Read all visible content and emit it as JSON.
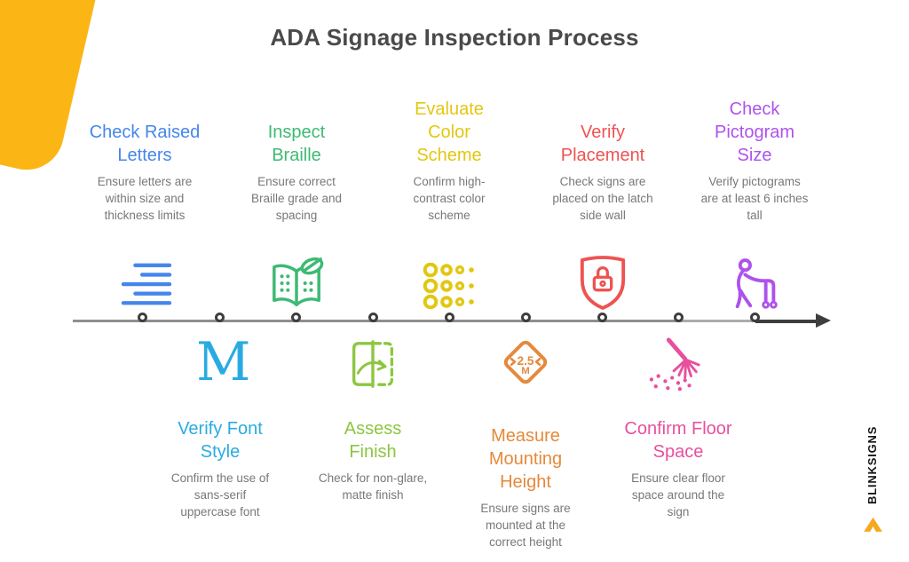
{
  "title": "ADA Signage Inspection Process",
  "brand": {
    "name": "BLINKSIGNS",
    "chevron_color": "#F6A91E",
    "blob_color": "#FBB615"
  },
  "timeline": {
    "line_color": "#8F8F8F",
    "line_color_light": "#ACACAC",
    "arrow_color": "#3E3E3E",
    "node_count": 9
  },
  "steps_top": [
    {
      "title": "Check Raised\nLetters",
      "desc": "Ensure letters are\nwithin size and\nthickness limits",
      "color": "#4586EC",
      "icon": "raised-letters-icon"
    },
    {
      "title": "Inspect\nBraille",
      "desc": "Ensure correct\nBraille grade and\nspacing",
      "color": "#3DBA73",
      "icon": "braille-book-icon"
    },
    {
      "title": "Evaluate\nColor\nScheme",
      "desc": "Confirm high-\ncontrast color\nscheme",
      "color": "#E2C712",
      "icon": "braille-dots-icon"
    },
    {
      "title": "Verify\nPlacement",
      "desc": "Check signs are\nplaced on the latch\nside wall",
      "color": "#EE5351",
      "icon": "shield-lock-icon"
    },
    {
      "title": "Check\nPictogram\nSize",
      "desc": "Verify pictograms\nare at least 6 inches\ntall",
      "color": "#AE52EC",
      "icon": "person-walker-icon"
    }
  ],
  "steps_bottom": [
    {
      "title": "Verify Font\nStyle",
      "desc": "Confirm the use of\nsans-serif\nuppercase font",
      "color": "#29ABE2",
      "icon": "letter-m-icon",
      "glyph": "M"
    },
    {
      "title": "Assess\nFinish",
      "desc": "Check for non-glare,\nmatte finish",
      "color": "#8CC63F",
      "icon": "flip-square-icon"
    },
    {
      "title": "Measure\nMounting\nHeight",
      "desc": "Ensure signs are\nmounted at the\ncorrect height",
      "color": "#E5893B",
      "icon": "height-diamond-icon",
      "badge": {
        "value": "2.5",
        "unit": "M"
      }
    },
    {
      "title": "Confirm Floor\nSpace",
      "desc": "Ensure clear floor\nspace around the\nsign",
      "color": "#E8509E",
      "icon": "broom-icon"
    }
  ]
}
